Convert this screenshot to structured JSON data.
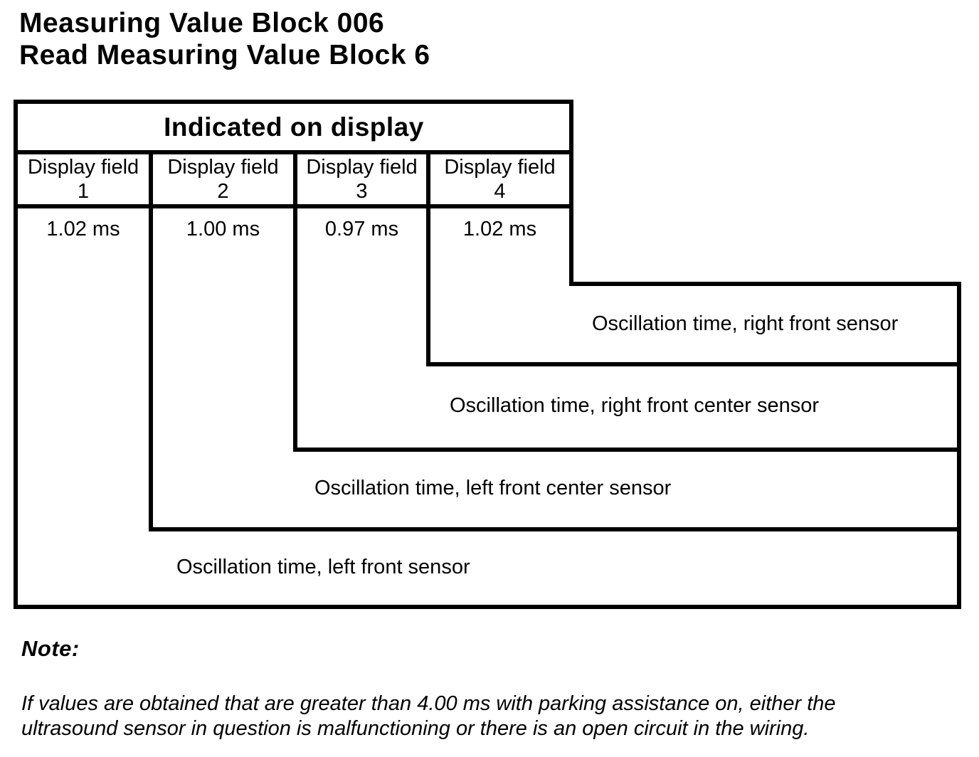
{
  "page_title": {
    "line1": "Measuring Value Block 006",
    "line2": "Read Measuring Value Block 6"
  },
  "diagram": {
    "header": "Indicated on display",
    "fields": [
      {
        "label": "Display field",
        "number": "1",
        "value": "1.02 ms",
        "description": "Oscillation time, left front sensor"
      },
      {
        "label": "Display field",
        "number": "2",
        "value": "1.00 ms",
        "description": "Oscillation time, left front center sensor"
      },
      {
        "label": "Display field",
        "number": "3",
        "value": "0.97 ms",
        "description": "Oscillation time, right front center sensor"
      },
      {
        "label": "Display field",
        "number": "4",
        "value": "1.02 ms",
        "description": "Oscillation time, right front sensor"
      }
    ]
  },
  "note": {
    "heading": "Note:",
    "body_line1": "If values are obtained that are greater than 4.00 ms with parking assistance on, either the",
    "body_line2": "ultrasound sensor in question is malfunctioning or there is an open circuit in the wiring."
  },
  "colors": {
    "ink": "#000000",
    "background": "#ffffff"
  }
}
